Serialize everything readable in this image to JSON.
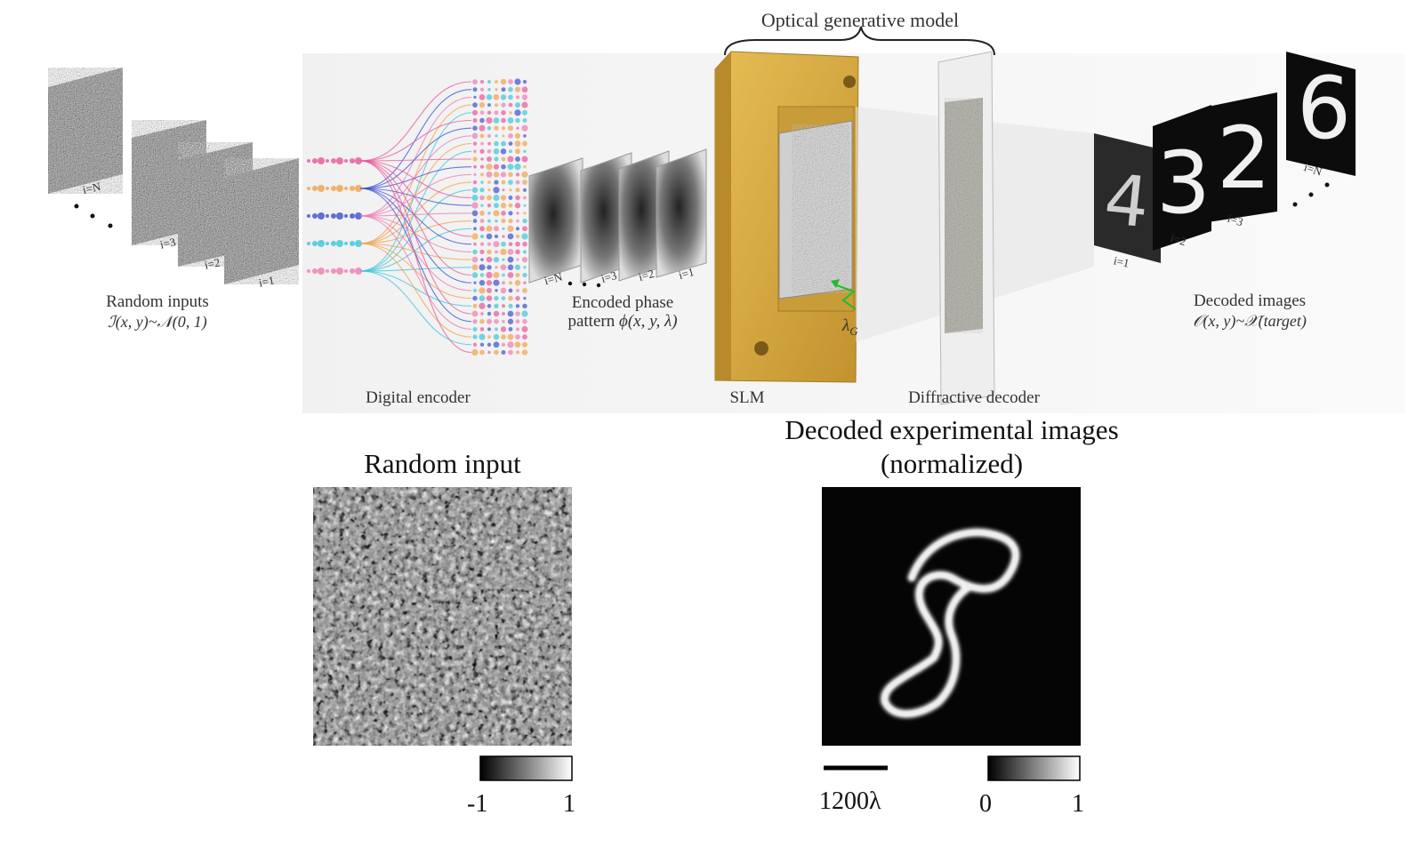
{
  "top": {
    "title": "Optical generative model",
    "random_inputs": {
      "label": "Random inputs",
      "formula": "ℐ(x, y)~𝒩(0, 1)"
    },
    "encoded_phase": {
      "label1": "Encoded phase",
      "label2": "pattern",
      "formula": "ϕ(x, y, λ)"
    },
    "decoded_images": {
      "label": "Decoded images",
      "formula": "𝒪(x, y)~𝒳(target)"
    },
    "digital_encoder": "Digital encoder",
    "slm": "SLM",
    "diffractive_decoder": "Diffractive decoder",
    "wavelength": "λ",
    "wavelength_sub": "G",
    "input_indices": [
      "i=N",
      "i=3",
      "i=2",
      "i=1"
    ],
    "phase_indices": [
      "i=N",
      "i=3",
      "i=2",
      "i=1"
    ],
    "output_indices": [
      "i=1",
      "i=2",
      "i=3",
      "i=N"
    ],
    "output_digits": [
      "4",
      "3",
      "2",
      "6"
    ]
  },
  "bottom": {
    "random_input": {
      "title": "Random input",
      "colorbar": {
        "min": "-1",
        "max": "1",
        "from": "#000000",
        "to": "#ffffff"
      }
    },
    "decoded": {
      "title1": "Decoded experimental images",
      "title2": "(normalized)",
      "digit": "8",
      "scalebar": "1200λ",
      "colorbar": {
        "min": "0",
        "max": "1",
        "from": "#000000",
        "to": "#ffffff"
      }
    }
  },
  "colors": {
    "slm_gold": "#d4a63f",
    "encoder_lines": [
      "#e8559a",
      "#f1a14a",
      "#3b4fd0",
      "#3cc4d8",
      "#f07ab0"
    ]
  }
}
